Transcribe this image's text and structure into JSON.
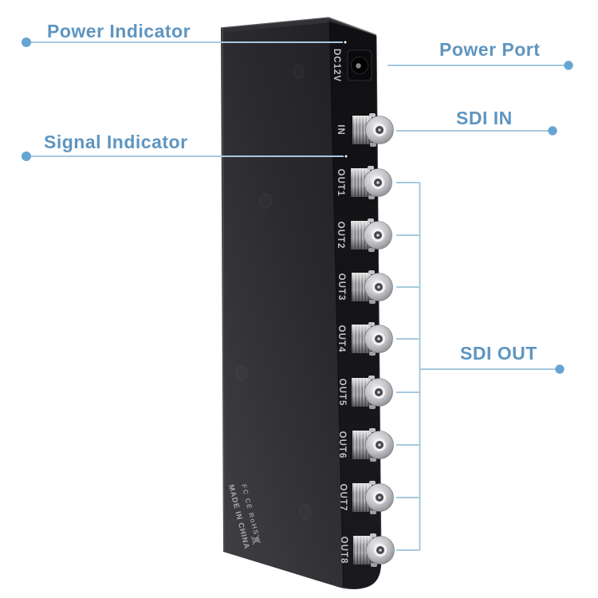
{
  "device": {
    "ports": {
      "power": "DC12V",
      "input": "IN",
      "outputs": [
        "OUT1",
        "OUT2",
        "OUT3",
        "OUT4",
        "OUT5",
        "OUT6",
        "OUT7",
        "OUT8"
      ]
    },
    "markings": {
      "certifications": "FC CE RoHS",
      "origin": "MADE IN CHINA"
    }
  },
  "callouts": {
    "power_indicator": "Power Indicator",
    "signal_indicator": "Signal Indicator",
    "power_port": "Power Port",
    "sdi_in": "SDI IN",
    "sdi_out": "SDI OUT"
  },
  "colors": {
    "callout_text": "#5e95c0",
    "callout_line": "#a6c9de",
    "callout_dot": "#66a5d2",
    "device_face": "#2a2a2e",
    "device_panel": "#121215",
    "port_label_text": "#c2c2c5"
  }
}
